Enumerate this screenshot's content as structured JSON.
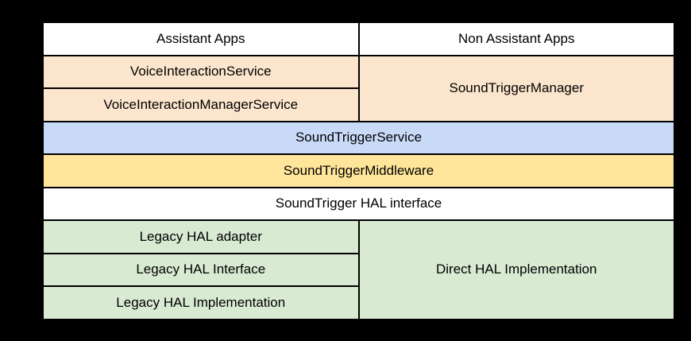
{
  "canvas": {
    "background_color": "#000000"
  },
  "diagram": {
    "border_color": "#000000",
    "text_color": "#000000",
    "blocks": {
      "assistant_apps": {
        "label": "Assistant Apps",
        "color": "#ffffff"
      },
      "non_assistant_apps": {
        "label": "Non Assistant Apps",
        "color": "#ffffff"
      },
      "voice_interaction_service": {
        "label": "VoiceInteractionService",
        "color": "#fce5cd"
      },
      "voice_interaction_manager_service": {
        "label": "VoiceInteractionManagerService",
        "color": "#fce5cd"
      },
      "sound_trigger_manager": {
        "label": "SoundTriggerManager",
        "color": "#fce5cd"
      },
      "sound_trigger_service": {
        "label": "SoundTriggerService",
        "color": "#c9daf8"
      },
      "sound_trigger_middleware": {
        "label": "SoundTriggerMiddleware",
        "color": "#ffe599"
      },
      "sound_trigger_hal_interface": {
        "label": "SoundTrigger HAL interface",
        "color": "#ffffff"
      },
      "legacy_hal_adapter": {
        "label": "Legacy HAL adapter",
        "color": "#d9ead3"
      },
      "legacy_hal_interface": {
        "label": "Legacy HAL Interface",
        "color": "#d9ead3"
      },
      "legacy_hal_implementation": {
        "label": "Legacy HAL Implementation",
        "color": "#d9ead3"
      },
      "direct_hal_implementation": {
        "label": "Direct HAL Implementation",
        "color": "#d9ead3"
      }
    }
  }
}
